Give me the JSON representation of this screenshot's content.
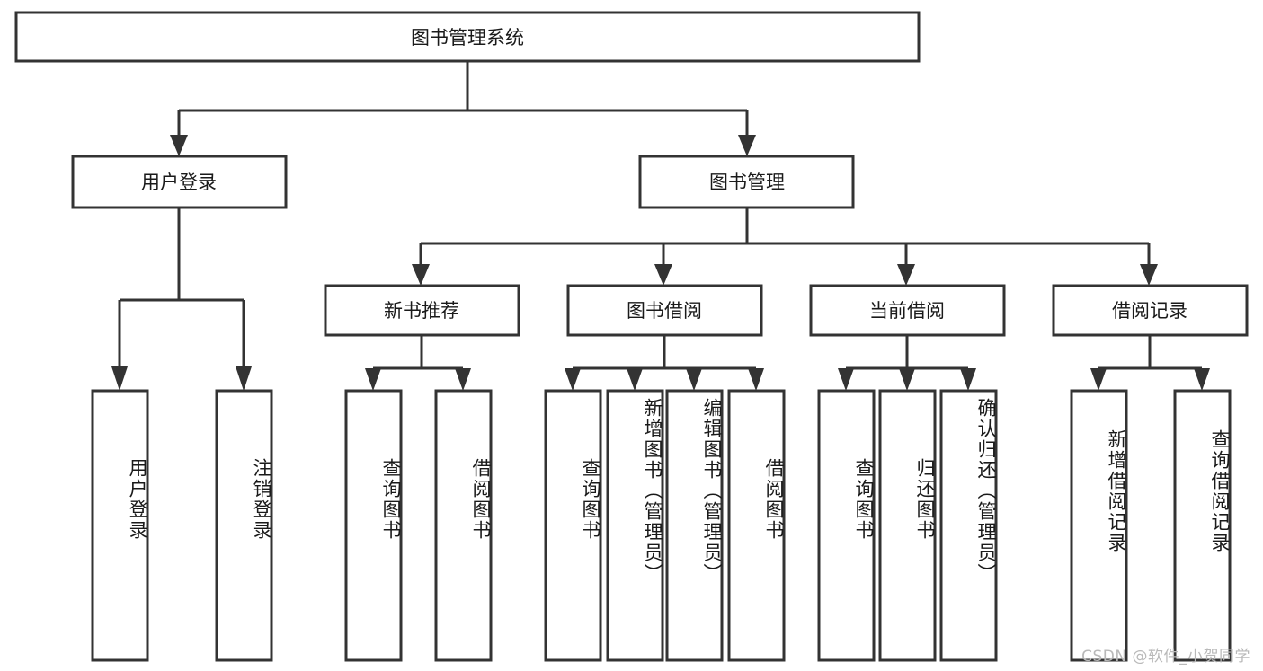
{
  "diagram": {
    "title": "图书管理系统",
    "type": "tree",
    "watermark": "CSDN @软件_小贺同学",
    "colors": {
      "stroke": "#333333",
      "box_fill": "#ffffff",
      "text": "#1a1a1a",
      "background": "#ffffff",
      "watermark": "#b9b9b9"
    },
    "root": {
      "id": "root",
      "label": "图书管理系统"
    },
    "level2": [
      {
        "id": "user-login",
        "label": "用户登录"
      },
      {
        "id": "book-manage",
        "label": "图书管理"
      }
    ],
    "level3": [
      {
        "id": "new-book-recommend",
        "label": "新书推荐",
        "parent": "book-manage"
      },
      {
        "id": "book-borrow",
        "label": "图书借阅",
        "parent": "book-manage"
      },
      {
        "id": "current-borrow",
        "label": "当前借阅",
        "parent": "book-manage"
      },
      {
        "id": "borrow-record",
        "label": "借阅记录",
        "parent": "book-manage"
      }
    ],
    "leaves": {
      "user-login": [
        {
          "id": "leaf-user-login",
          "label": "用户登录"
        },
        {
          "id": "leaf-logout",
          "label": "注销登录"
        }
      ],
      "new-book-recommend": [
        {
          "id": "leaf-query-book-1",
          "label": "查询图书"
        },
        {
          "id": "leaf-borrow-book-1",
          "label": "借阅图书"
        }
      ],
      "book-borrow": [
        {
          "id": "leaf-query-book-2",
          "label": "查询图书"
        },
        {
          "id": "leaf-add-book",
          "label": "新增图书（管理员）"
        },
        {
          "id": "leaf-edit-book",
          "label": "编辑图书（管理员）"
        },
        {
          "id": "leaf-borrow-book-2",
          "label": "借阅图书"
        }
      ],
      "current-borrow": [
        {
          "id": "leaf-query-book-3",
          "label": "查询图书"
        },
        {
          "id": "leaf-return-book",
          "label": "归还图书"
        },
        {
          "id": "leaf-confirm-return",
          "label": "确认归还（管理员）"
        }
      ],
      "borrow-record": [
        {
          "id": "leaf-add-record",
          "label": "新增借阅记录"
        },
        {
          "id": "leaf-query-record",
          "label": "查询借阅记录"
        }
      ]
    }
  }
}
